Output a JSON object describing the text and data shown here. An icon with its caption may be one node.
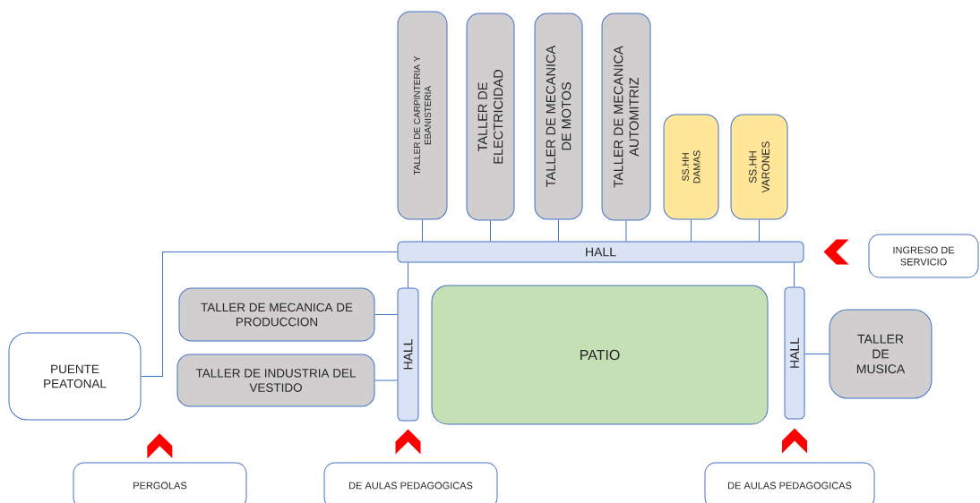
{
  "diagram": {
    "nodes": [
      {
        "text": [
          "TALLER DE CARPINTERIA Y EBANISTERIA"
        ]
      },
      {
        "text": [
          "TALLER DE ELECTRICIDAD"
        ]
      },
      {
        "text": [
          "TALLER DE MECANICA DE MOTOS"
        ]
      },
      {
        "text": [
          "TALLER DE MECANICA AUTOMITRIZ"
        ]
      },
      {
        "text": [
          "SS.HH DAMAS"
        ]
      },
      {
        "text": [
          "SS.HH VARONES"
        ]
      },
      {
        "text": [
          "HALL"
        ]
      },
      {
        "text": [
          "TALLER DE MECANICA DE PRODUCCION"
        ]
      },
      {
        "text": [
          "TALLER DE INDUSTRIA DEL VESTIDO"
        ]
      },
      {
        "text": [
          "HALL"
        ]
      },
      {
        "text": [
          "PATIO"
        ]
      },
      {
        "text": [
          "HALL"
        ]
      },
      {
        "text": [
          "TALLER DE MUSICA"
        ]
      },
      {
        "text": [
          "PUENTE PEATONAL"
        ]
      },
      {
        "text": [
          "INGRESO DE SERVICIO"
        ]
      },
      {
        "text": [
          "PERGOLAS"
        ]
      },
      {
        "text": [
          "DE AULAS PEDAGOGICAS"
        ]
      },
      {
        "text": [
          "DE AULAS PEDAGOGICAS"
        ]
      }
    ],
    "edges": [
      {
        "from": 0,
        "to": 6,
        "arrow": "none"
      },
      {
        "from": 1,
        "to": 6,
        "arrow": "none"
      },
      {
        "from": 2,
        "to": 6,
        "arrow": "none"
      },
      {
        "from": 3,
        "to": 6,
        "arrow": "none"
      },
      {
        "from": 4,
        "to": 6,
        "arrow": "none"
      },
      {
        "from": 5,
        "to": 6,
        "arrow": "none"
      },
      {
        "from": 13,
        "to": 6,
        "arrow": "none"
      },
      {
        "from": 6,
        "to": 9,
        "arrow": "none"
      },
      {
        "from": 6,
        "to": 11,
        "arrow": "none"
      },
      {
        "from": 7,
        "to": 9,
        "arrow": "none"
      },
      {
        "from": 8,
        "to": 9,
        "arrow": "none"
      },
      {
        "from": 12,
        "to": 11,
        "arrow": "none"
      },
      {
        "from": 14,
        "to": 6,
        "arrow": "to",
        "color": "#ff0000"
      },
      {
        "from": 15,
        "to": null,
        "arrow": "to",
        "color": "#ff0000"
      },
      {
        "from": 16,
        "to": 9,
        "arrow": "to",
        "color": "#ff0000"
      },
      {
        "from": 17,
        "to": 11,
        "arrow": "to",
        "color": "#ff0000"
      }
    ]
  }
}
